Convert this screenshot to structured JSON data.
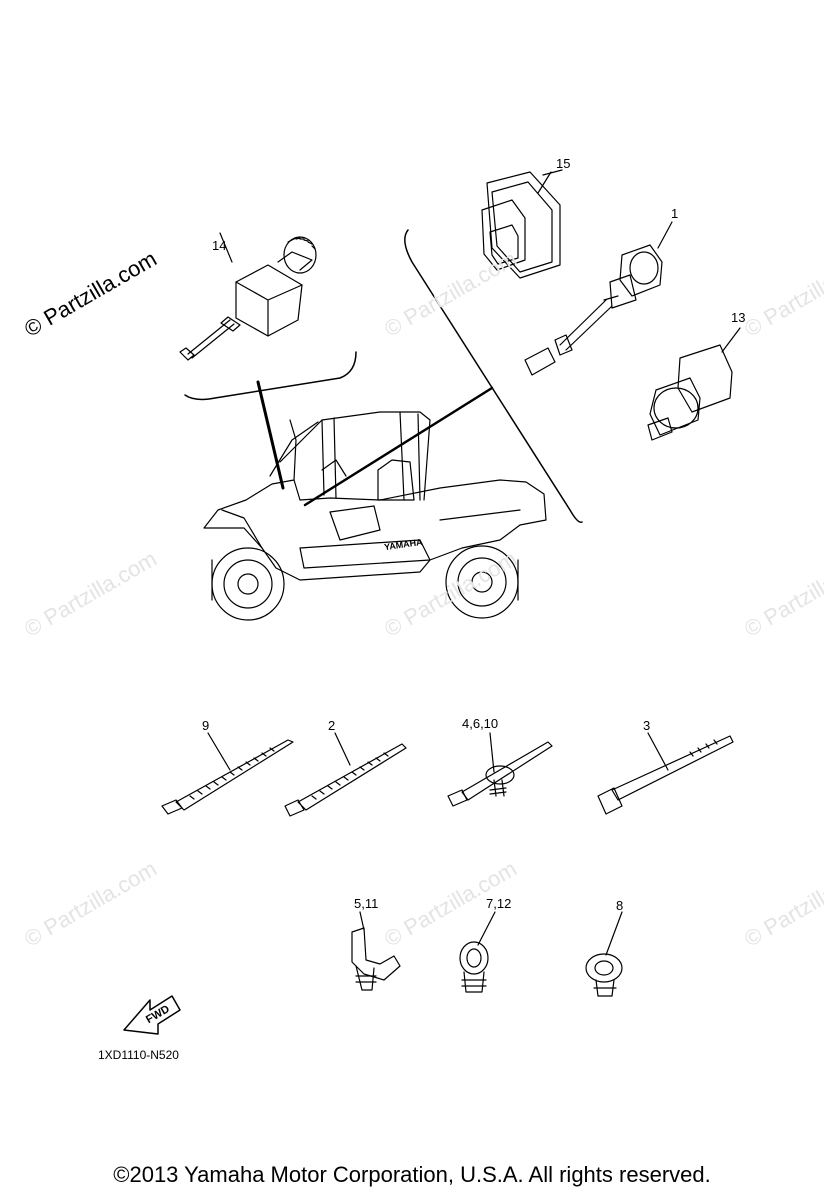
{
  "watermark": {
    "main": "© Partzilla.com",
    "faint": "© Partzilla.com"
  },
  "callouts": {
    "c15": "15",
    "c1": "1",
    "c14": "14",
    "c13": "13",
    "c9": "9",
    "c2": "2",
    "c4610": "4,6,10",
    "c3": "3",
    "c511": "5,11",
    "c712": "7,12",
    "c8": "8"
  },
  "fwd_label": "FWD",
  "vehicle_brand": "YAMAHA",
  "diagram_code": "1XD1110-N520",
  "copyright": "©2013 Yamaha Motor Corporation, U.S.A. All rights reserved."
}
